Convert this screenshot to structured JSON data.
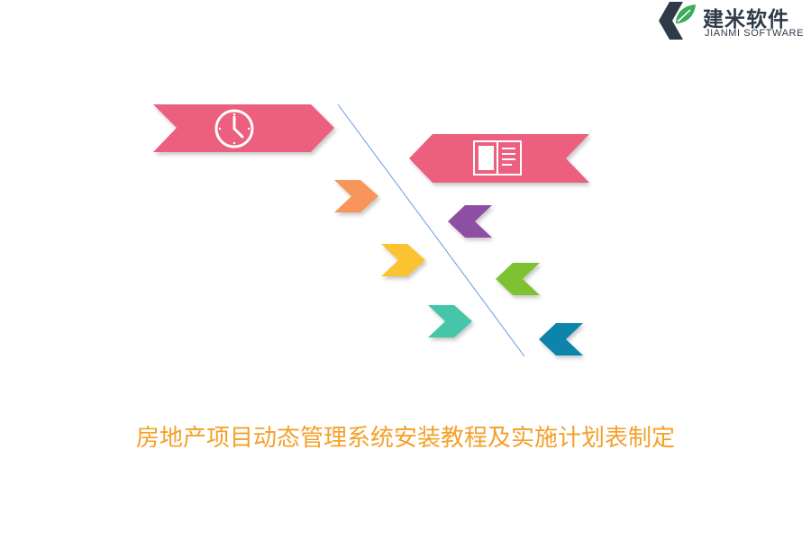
{
  "logo": {
    "name": "建米软件",
    "subtitle": "JIANMI SOFTWARE",
    "colors": {
      "dark": "#2e3a48",
      "green": "#3daa5c"
    }
  },
  "diagram": {
    "type": "fishbone",
    "header_left": {
      "icon": "clock-icon",
      "color": "#ec5f7e"
    },
    "header_right": {
      "icon": "book-icon",
      "color": "#ec5f7e"
    },
    "left_chevrons": [
      {
        "color": "#f7955a"
      },
      {
        "color": "#fbc233"
      },
      {
        "color": "#45c6a8"
      }
    ],
    "right_chevrons": [
      {
        "color": "#8c4fa3"
      },
      {
        "color": "#7ec230"
      },
      {
        "color": "#0f84aa"
      }
    ],
    "spine_color": "#6b9ae0"
  },
  "caption": "房地产项目动态管理系统安装教程及实施计划表制定",
  "caption_color": "#f5a02a"
}
